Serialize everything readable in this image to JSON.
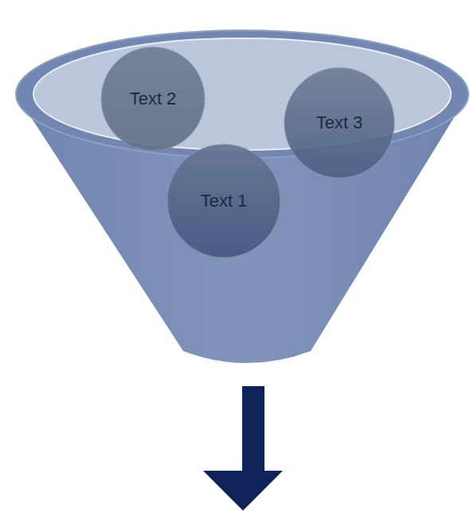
{
  "diagram": {
    "nodes": [
      {
        "text": [
          "Text 2"
        ]
      },
      {
        "text": [
          "Text 3"
        ]
      },
      {
        "text": [
          "Text 1"
        ]
      }
    ]
  }
}
